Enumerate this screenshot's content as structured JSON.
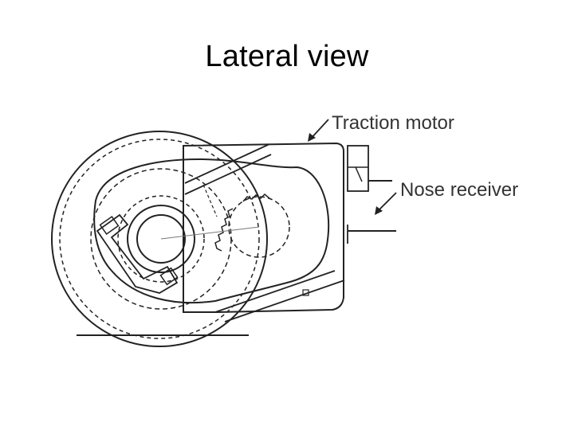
{
  "slide": {
    "title": "Lateral view"
  },
  "diagram": {
    "labels": {
      "traction_motor": "Traction motor",
      "nose_receiver": "Nose receiver"
    },
    "colors": {
      "line": "#222222",
      "label": "#333333",
      "background": "#ffffff"
    }
  }
}
